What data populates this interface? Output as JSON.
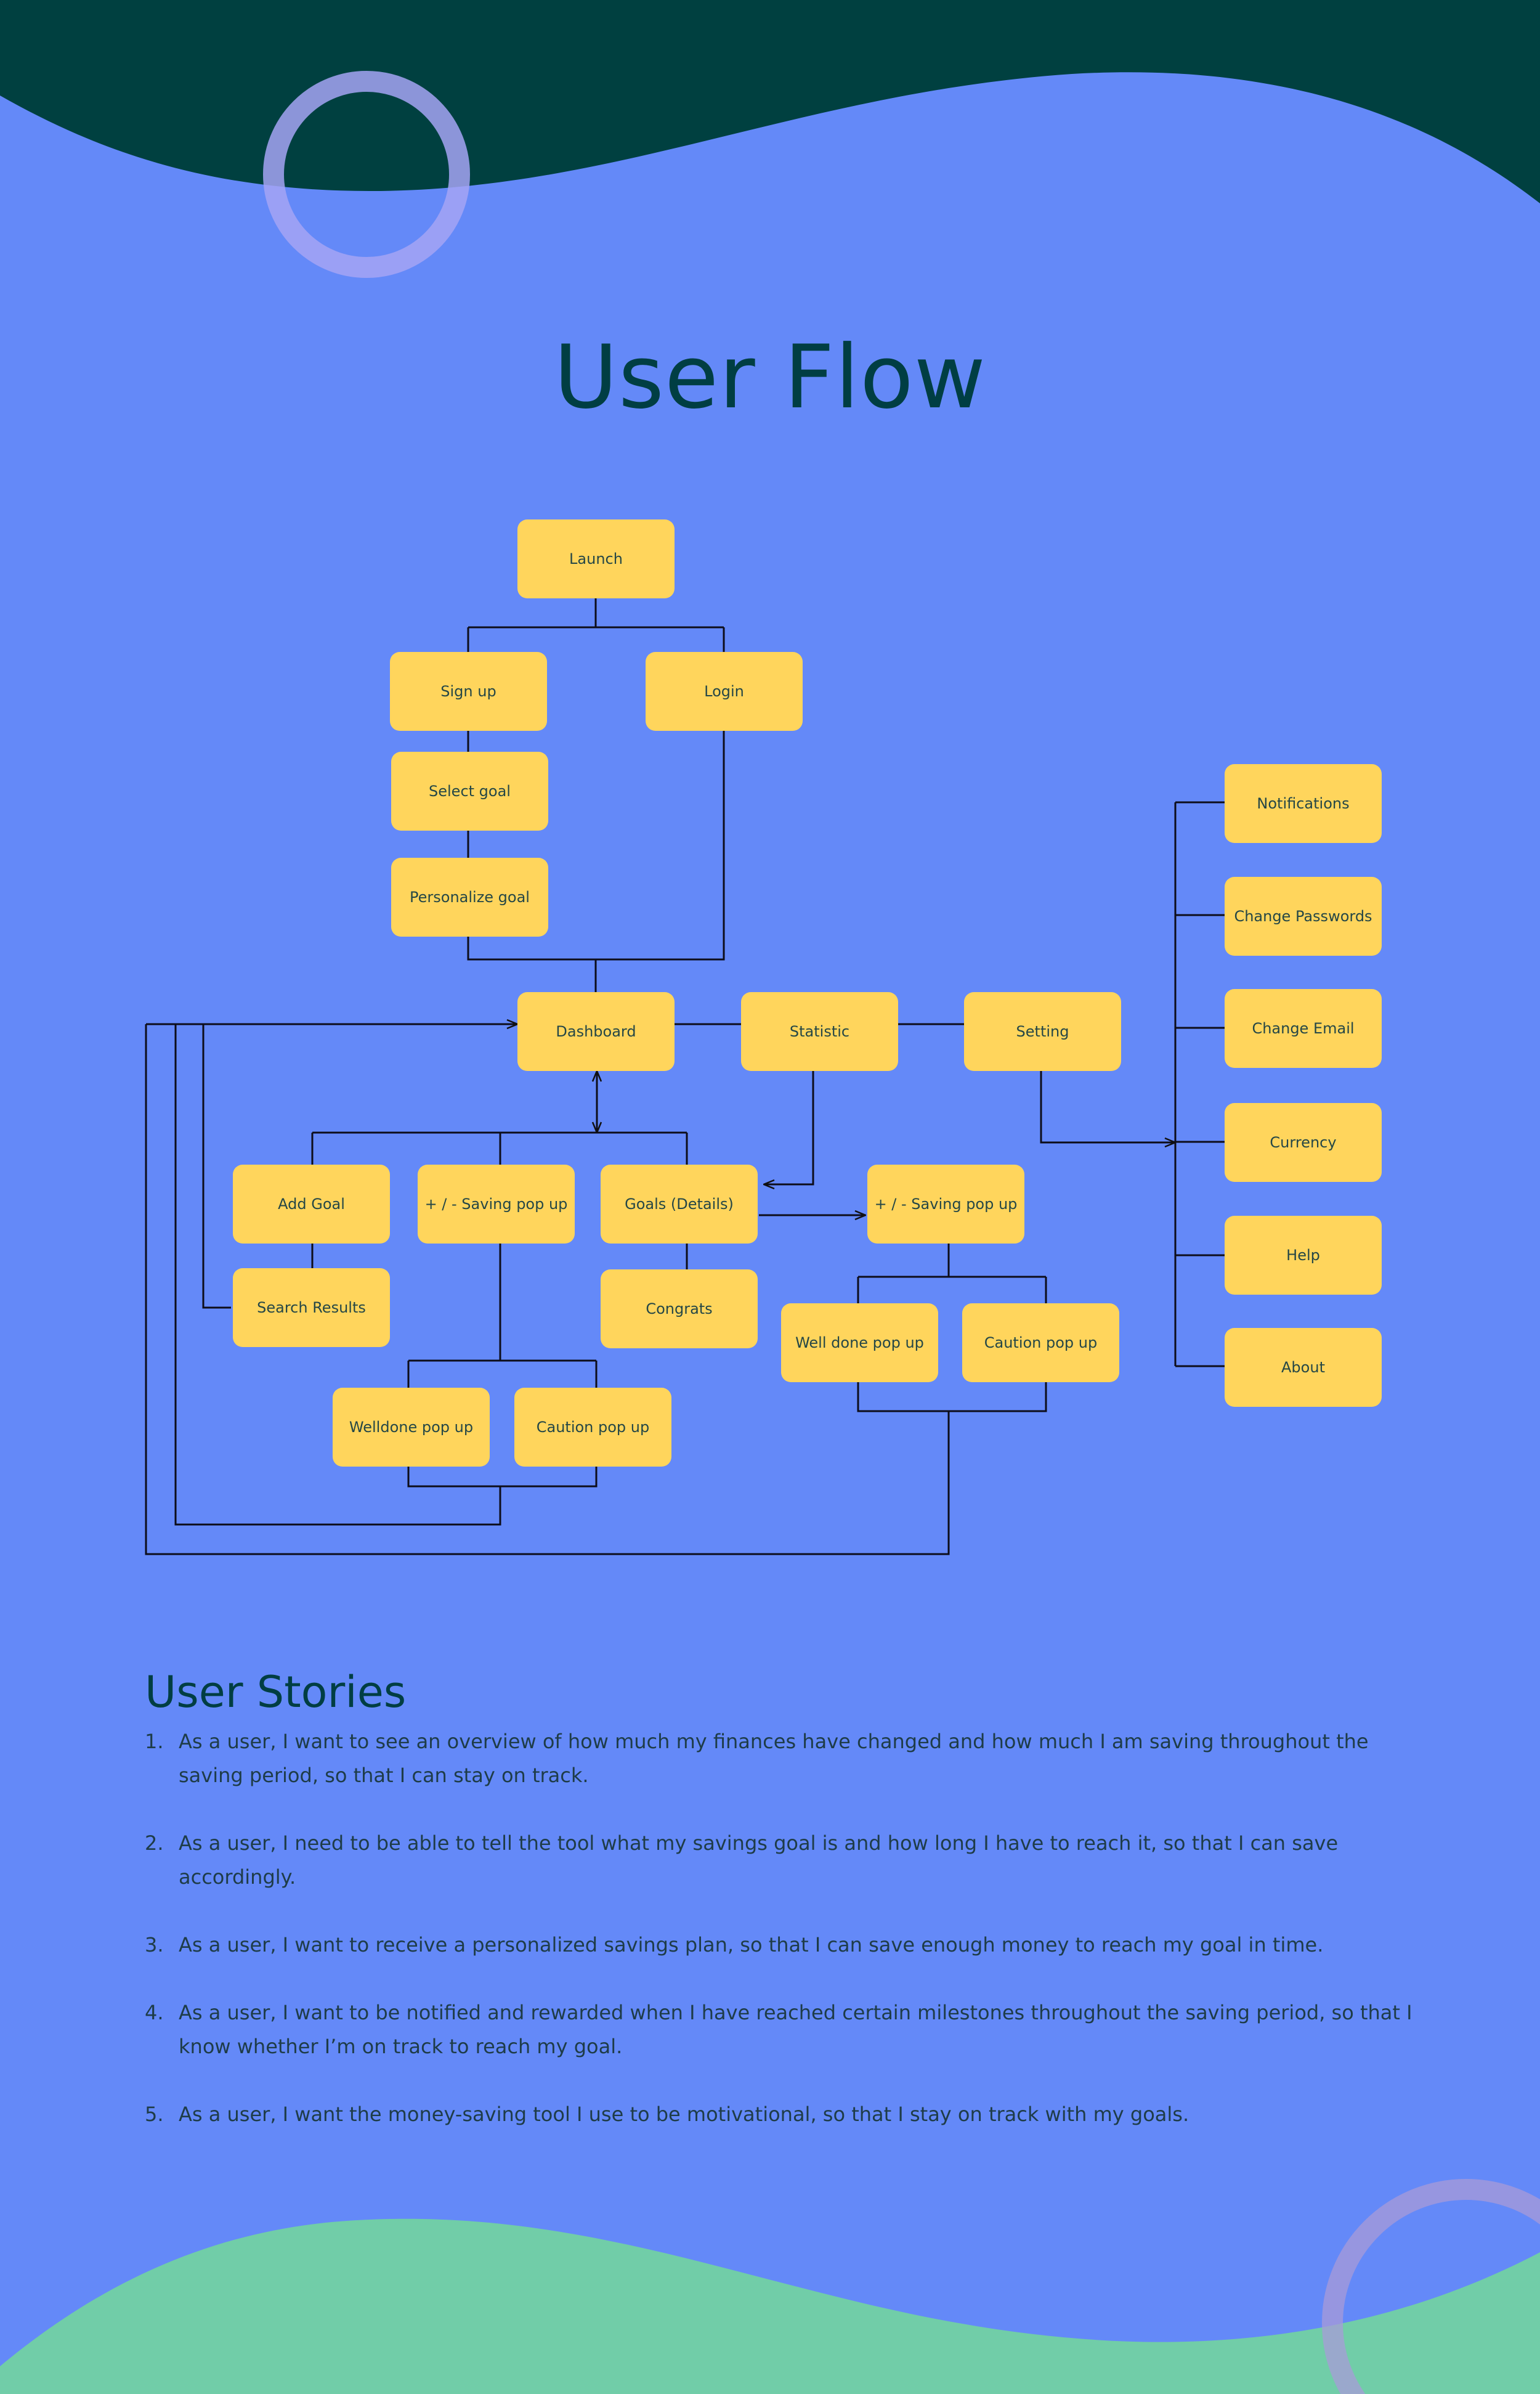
{
  "title": "User Flow",
  "colors": {
    "background": "#6489F8",
    "top_wave": "#004040",
    "bottom_wave": "#71CDA8",
    "node_fill": "#FFD55C",
    "node_text": "#254746",
    "title_text": "#003E43"
  },
  "nodes": {
    "launch": "Launch",
    "sign_up": "Sign up",
    "login": "Login",
    "select_goal": "Select goal",
    "personalize_goal": "Personalize goal",
    "dashboard": "Dashboard",
    "statistic": "Statistic",
    "setting": "Setting",
    "add_goal": "Add Goal",
    "search_results": "Search Results",
    "saving_popup_a": "+ / - Saving pop up",
    "goals_details": "Goals (Details)",
    "congrats": "Congrats",
    "saving_popup_b": "+ / - Saving pop up",
    "well_done_popup": "Well done pop up",
    "caution_popup_b": "Caution pop up",
    "welldone_popup": "Welldone pop up",
    "caution_popup_a": "Caution pop up",
    "notifications": "Notifications",
    "change_passwords": "Change Passwords",
    "change_email": "Change Email",
    "currency": "Currency",
    "help": "Help",
    "about": "About"
  },
  "user_stories": {
    "heading": "User Stories",
    "items": [
      {
        "num": "1.",
        "text": "As a user, I want to see an overview of how much my finances have changed and how much I am saving throughout the saving period, so that I can stay on track."
      },
      {
        "num": "2.",
        "text": "As a user, I need to be able to tell the tool what my savings goal is and how long I have to reach it, so that I can save accordingly."
      },
      {
        "num": "3.",
        "text": "As a user, I want to receive a personalized savings plan, so that I can save enough money to reach my goal in time."
      },
      {
        "num": "4.",
        "text": "As a user, I want to be notified and rewarded when I have reached certain milestones throughout the saving period, so that I know whether I’m on track to reach my goal."
      },
      {
        "num": "5.",
        "text": "As a user, I want the money-saving tool I use to be motivational, so that I stay on track with my goals."
      }
    ]
  }
}
